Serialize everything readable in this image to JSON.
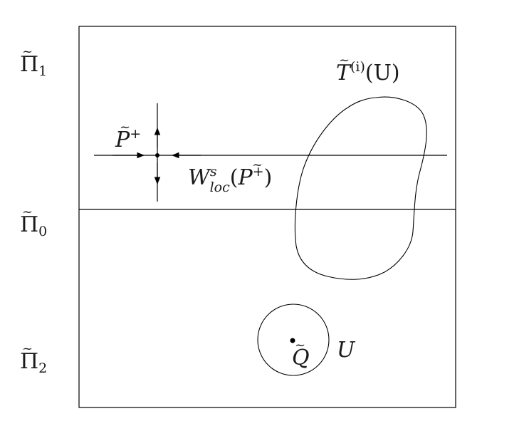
{
  "regions": {
    "pi1": {
      "symbol": "Π",
      "subscript": "1"
    },
    "pi0": {
      "symbol": "Π",
      "subscript": "0"
    },
    "pi2": {
      "symbol": "Π",
      "subscript": "2"
    }
  },
  "labels": {
    "image_of_u": {
      "main": "T",
      "sup": "(i)",
      "arg": "(U)"
    },
    "fixed_point": {
      "main": "P",
      "sup": "+"
    },
    "stable_manifold": {
      "main": "W",
      "sup": "s",
      "sub": "loc",
      "arg_open": "(",
      "arg_main": "P",
      "arg_sup": "+",
      "arg_close": ")"
    },
    "point_q": {
      "main": "Q"
    },
    "set_u": {
      "main": "U"
    }
  }
}
